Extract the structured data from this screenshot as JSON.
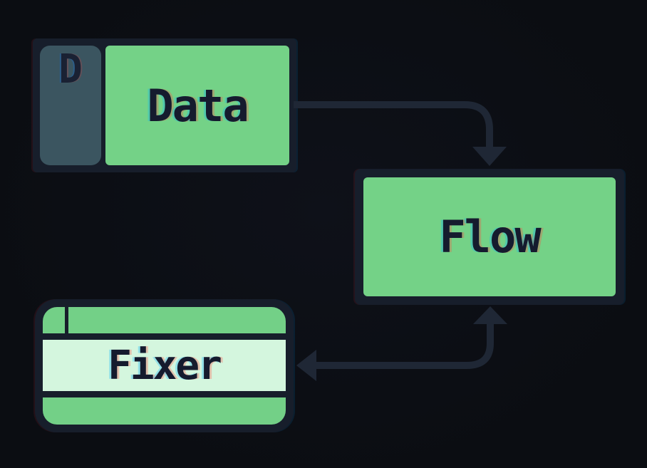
{
  "app": {
    "type": "pixel-node-graph-diagram"
  },
  "colors": {
    "background": "#0c0e14",
    "node_outline": "#171e2b",
    "node_fill_green": "#74d287",
    "node_fill_mint": "#d4f6de",
    "sidebar_slate": "#3b5560",
    "edge_color": "#1f2735",
    "label_color": "#151b2e"
  },
  "nodes": {
    "data": {
      "label": "Data",
      "badge": "D"
    },
    "flow": {
      "label": "Flow"
    },
    "fixer": {
      "label": "Fixer"
    }
  },
  "edges": [
    {
      "from": "Data",
      "to": "Flow",
      "arrowheads": "end"
    },
    {
      "from": "Flow",
      "to": "Fixer",
      "arrowheads": "both"
    }
  ]
}
